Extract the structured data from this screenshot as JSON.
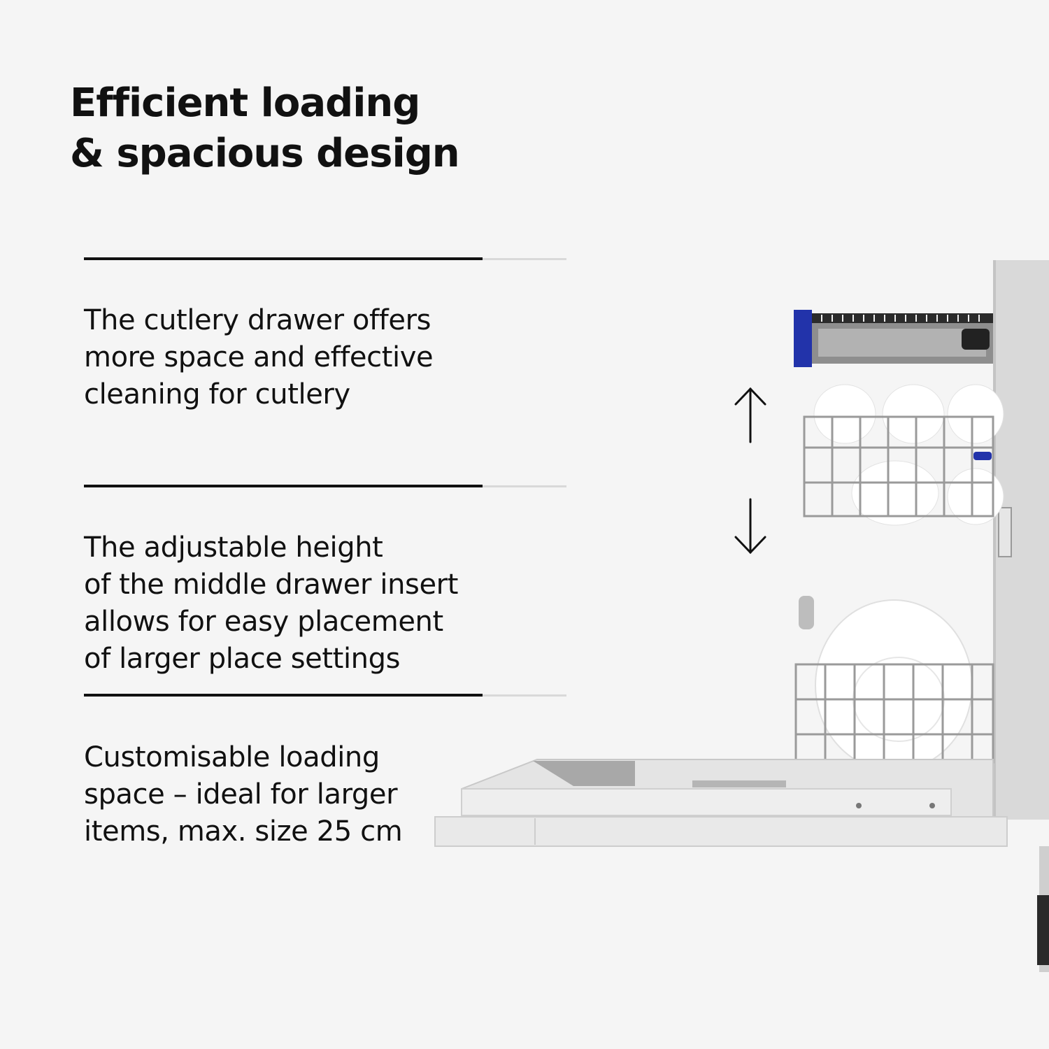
{
  "title": {
    "line1": "Efficient loading",
    "line2": "& spacious design"
  },
  "features": [
    {
      "lines": [
        "The cutlery drawer offers",
        "more space and effective",
        "cleaning for cutlery"
      ]
    },
    {
      "lines": [
        "The adjustable height",
        "of the middle drawer insert",
        "allows for easy placement",
        "of larger place settings"
      ]
    },
    {
      "lines": [
        "Customisable loading",
        "space – ideal for larger",
        "items, max. size 25 cm"
      ]
    }
  ],
  "illustration": {
    "subject": "dishwasher-open-with-racks",
    "arrow_up_icon": "arrow-up-icon",
    "arrow_down_icon": "arrow-down-icon",
    "colors": {
      "accent_blue": "#2233aa",
      "rack_grey": "#9a9a9a",
      "body_grey": "#d8d8d8"
    }
  }
}
